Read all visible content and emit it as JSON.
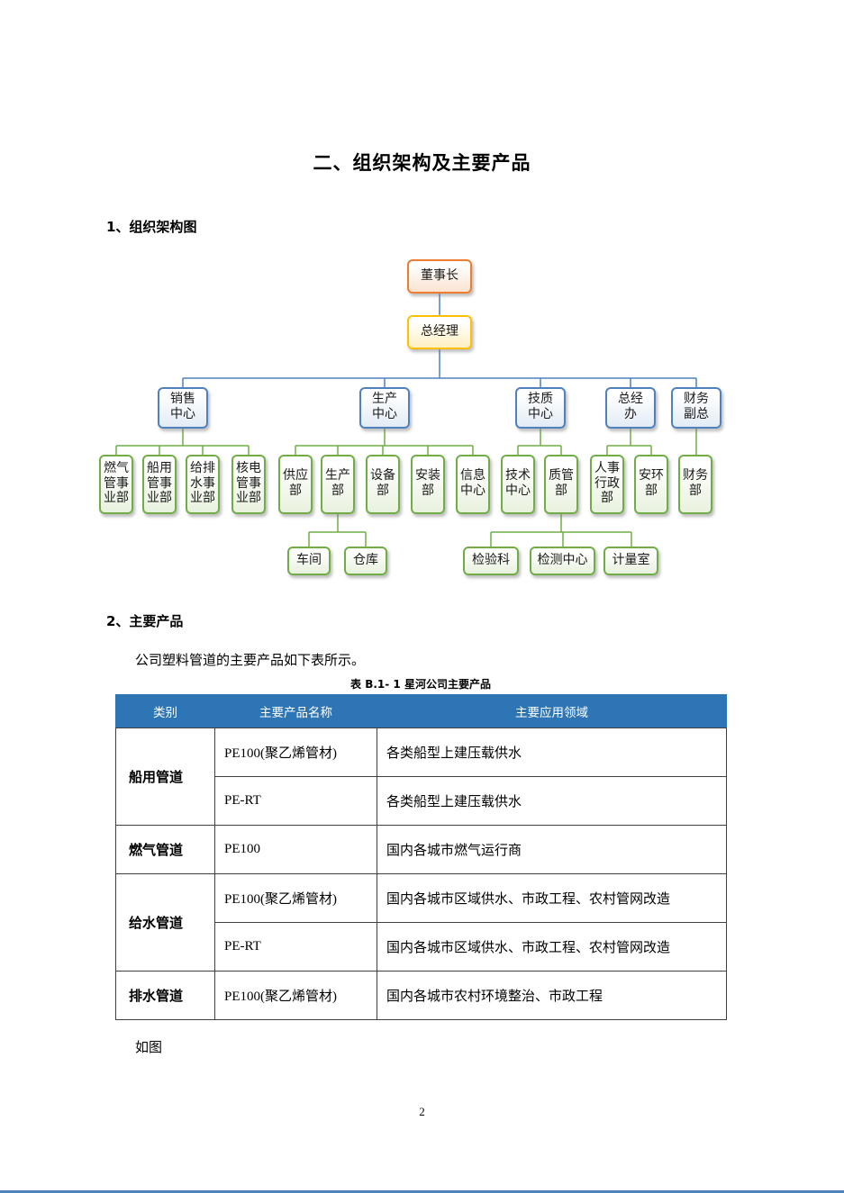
{
  "page": {
    "title": "二、组织架构及主要产品",
    "section1_heading": "1、组织架构图",
    "section2_heading": "2、主要产品",
    "intro_text": "公司塑料管道的主要产品如下表所示。",
    "figure_note": "如图",
    "page_number": "2"
  },
  "org_chart": {
    "nodes": {
      "chairman": "董事长",
      "general_manager": "总经理",
      "sales_center": "销售\n中心",
      "production_center": "生产\n中心",
      "tech_quality_center": "技质\n中心",
      "gm_office": "总经\n办",
      "finance_vp": "财务\n副总",
      "gas_pipe_division": "燃气\n管事\n业部",
      "marine_pipe_division": "船用\n管事\n业部",
      "water_drainage_division": "给排\n水事\n业部",
      "nuclear_pipe_division": "核电\n管事\n业部",
      "supply_dept": "供应\n部",
      "production_dept": "生产\n部",
      "equipment_dept": "设备\n部",
      "installation_dept": "安装\n部",
      "info_center": "信息\n中心",
      "tech_center": "技术\n中心",
      "quality_dept": "质管\n部",
      "hr_admin_dept": "人事\n行政\n部",
      "safety_env_dept": "安环\n部",
      "finance_dept": "财务\n部",
      "workshop": "车间",
      "warehouse": "仓库",
      "inspection_section": "检验科",
      "testing_center": "检测中心",
      "metrology_room": "计量室"
    }
  },
  "product_table": {
    "caption": "表 B.1- 1 星河公司主要产品",
    "headers": [
      "类别",
      "主要产品名称",
      "主要应用领域"
    ],
    "groups": [
      {
        "category": "船用管道",
        "rows": [
          {
            "name": "PE100(聚乙烯管材)",
            "application": "各类船型上建压载供水"
          },
          {
            "name": "PE-RT",
            "application": "各类船型上建压载供水"
          }
        ]
      },
      {
        "category": "燃气管道",
        "rows": [
          {
            "name": "PE100",
            "application": "国内各城市燃气运行商"
          }
        ]
      },
      {
        "category": "给水管道",
        "rows": [
          {
            "name": "PE100(聚乙烯管材)",
            "application": "国内各城市区域供水、市政工程、农村管网改造"
          },
          {
            "name": "PE-RT",
            "application": "国内各城市区域供水、市政工程、农村管网改造"
          }
        ]
      },
      {
        "category": "排水管道",
        "rows": [
          {
            "name": "PE100(聚乙烯管材)",
            "application": "国内各城市农村环境整治、市政工程"
          }
        ]
      }
    ]
  },
  "colors": {
    "table_header_blue": "#2E75B6",
    "box_orange": "#ED7D31",
    "box_gold": "#FFC000",
    "box_blue": "#4F81BD",
    "box_green": "#70AD47"
  }
}
